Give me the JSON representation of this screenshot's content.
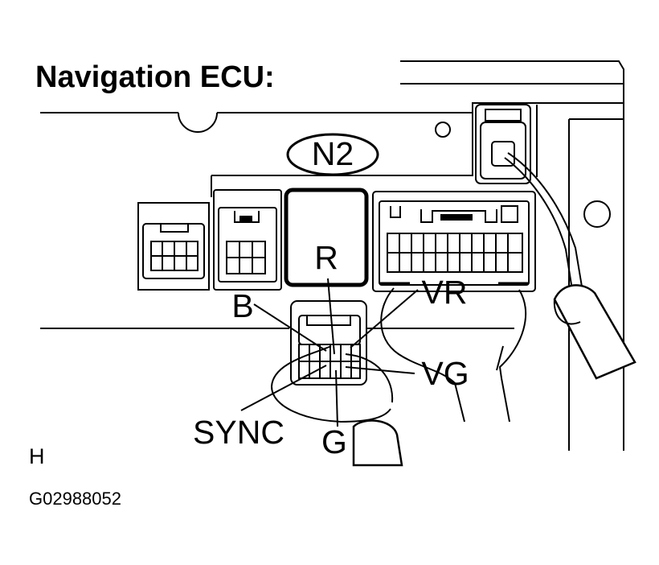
{
  "title": "Navigation ECU:",
  "connector_id": "N2",
  "labels": {
    "r": "R",
    "b": "B",
    "vr": "VR",
    "vg": "VG",
    "sync": "SYNC",
    "g": "G"
  },
  "corner_letter": "H",
  "figure_code": "G02988052"
}
